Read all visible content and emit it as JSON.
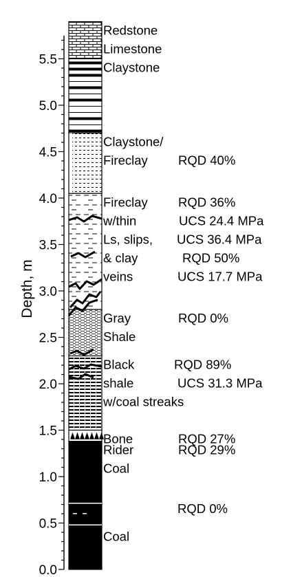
{
  "axis": {
    "label": "Depth, m",
    "ticks": [
      "0.0",
      "0.5",
      "1.0",
      "1.5",
      "2.0",
      "2.5",
      "3.0",
      "3.5",
      "4.0",
      "4.5",
      "5.0",
      "5.5"
    ]
  },
  "units": [
    {
      "name": "redstone-limestone",
      "from": 5.5,
      "to": 5.9,
      "texture": "brick",
      "lines": [
        "Redstone",
        "Limestone"
      ]
    },
    {
      "name": "claystone",
      "from": 4.7,
      "to": 5.5,
      "texture": "claystone",
      "lines": [
        "Claystone"
      ]
    },
    {
      "name": "claystone-fireclay",
      "from": 4.05,
      "to": 4.7,
      "texture": "dots",
      "lines": [
        "Claystone/",
        "Fireclay"
      ],
      "rqd": [
        "RQD 40%"
      ]
    },
    {
      "name": "fireclay",
      "from": 2.8,
      "to": 4.05,
      "texture": "fireclay",
      "lines": [
        "Fireclay",
        "w/thin",
        "Ls, slips,",
        "& clay",
        "veins"
      ],
      "rqd": [
        "RQD 36%",
        "UCS 24.4 MPa",
        "UCS 36.4 MPa",
        "RQD 50%",
        "UCS 17.7 MPa"
      ]
    },
    {
      "name": "gray-shale",
      "from": 2.3,
      "to": 2.8,
      "texture": "shale",
      "lines": [
        "Gray",
        "Shale"
      ],
      "rqd": [
        "RQD 0%"
      ]
    },
    {
      "name": "black-shale",
      "from": 1.5,
      "to": 2.3,
      "texture": "blackshale",
      "lines": [
        "Black",
        "shale",
        "w/coal streaks"
      ],
      "rqd": [
        "RQD 89%",
        "UCS 31.3 MPa"
      ]
    },
    {
      "name": "bone",
      "from": 1.38,
      "to": 1.5,
      "texture": "bone",
      "lines": [
        "Bone"
      ],
      "rqd": [
        "RQD 27%"
      ]
    },
    {
      "name": "rider-coal",
      "from": 0.75,
      "to": 1.38,
      "texture": "coal",
      "lines": [
        "Rider",
        "Coal"
      ],
      "rqd": [
        "RQD 29%"
      ]
    },
    {
      "name": "parting",
      "from": 0.45,
      "to": 0.75,
      "texture": "parting",
      "lines": [],
      "rqd": [
        "RQD 0%"
      ]
    },
    {
      "name": "coal",
      "from": 0.0,
      "to": 0.45,
      "texture": "coal",
      "lines": [
        "Coal"
      ]
    }
  ]
}
